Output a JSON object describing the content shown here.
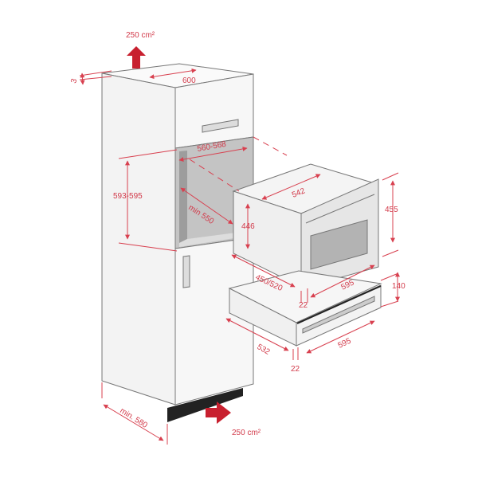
{
  "colors": {
    "dimension": "#d8404f",
    "arrow": "#c8202f",
    "panel": "#f2f2f2",
    "niche": "#b9b9b9",
    "plinth": "#222222"
  },
  "labels": {
    "vent_top": "250 cm²",
    "vent_bottom": "250 cm²",
    "clearance_top": "3",
    "cabinet_width": "600",
    "niche_width": "560-568",
    "niche_height": "593-595",
    "niche_depth": "min 550",
    "cabinet_depth": "min. 580",
    "oven_body_height": "446",
    "oven_body_width": "542",
    "oven_front_height": "455",
    "oven_depth": "450/520",
    "oven_front_thickness": "22",
    "oven_front_width": "595",
    "drawer_height": "140",
    "drawer_depth": "532",
    "drawer_front_width": "595",
    "drawer_front_thickness": "22"
  }
}
